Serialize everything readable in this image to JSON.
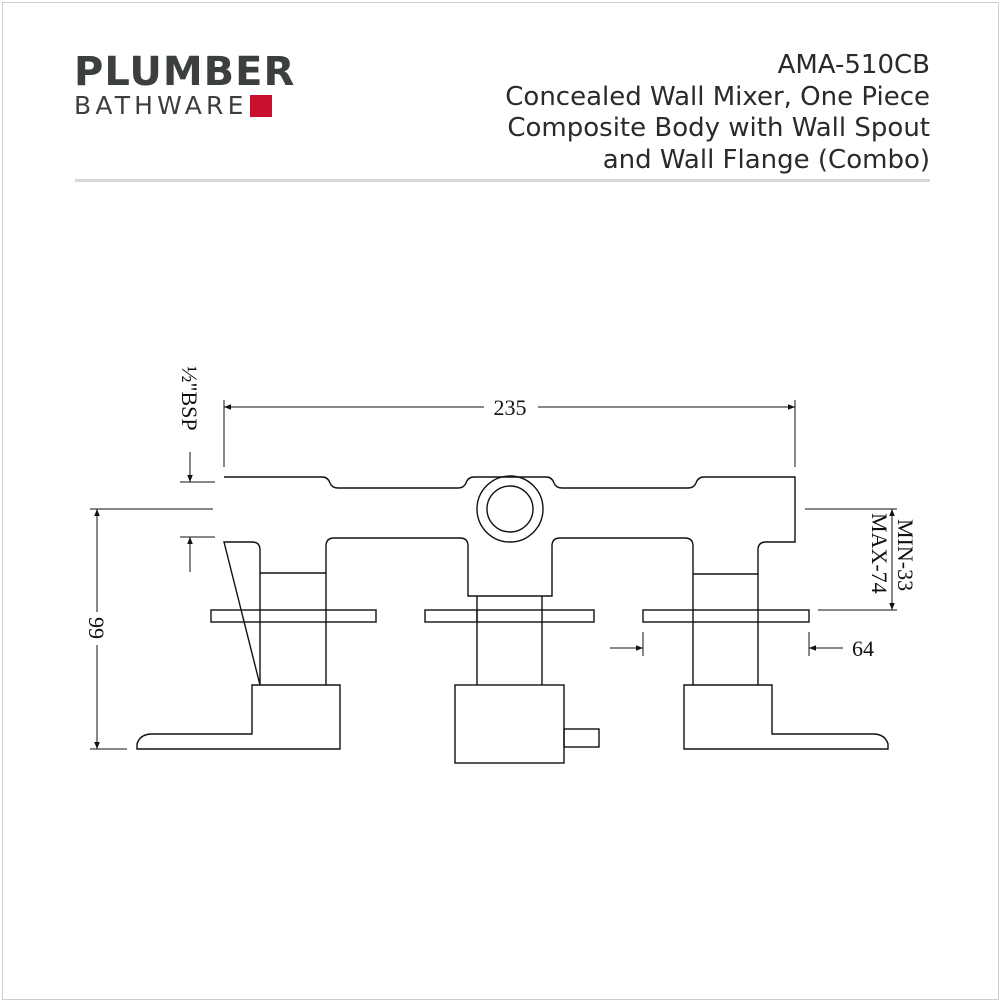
{
  "brand": {
    "line1": "PLUMBER",
    "line2": "BATHWARE",
    "accent_color": "#c8102e"
  },
  "header": {
    "model": "AMA-510CB",
    "description_lines": [
      "Concealed Wall Mixer, One Piece",
      "Composite Body with Wall Spout",
      "and Wall Flange (Combo)"
    ]
  },
  "drawing": {
    "dim_width": "235",
    "dim_height": "99",
    "dim_thread": "½\"BSP",
    "dim_min": "MIN-33",
    "dim_max": "MAX-74",
    "dim_flange": "64"
  }
}
